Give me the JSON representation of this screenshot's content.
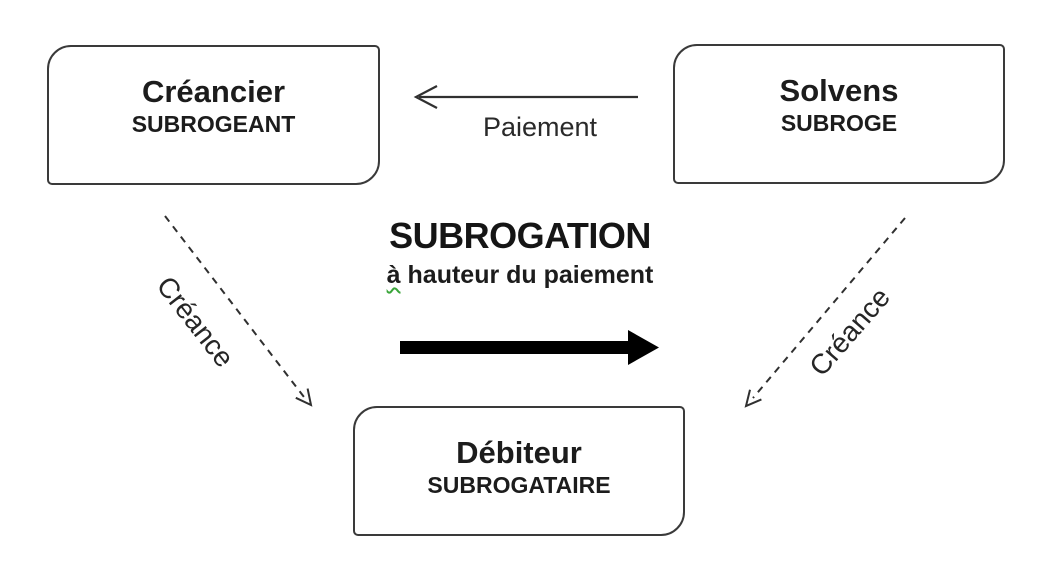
{
  "diagram": {
    "title": "SUBROGATION",
    "subtitle_first_word": "à",
    "subtitle_rest": "hauteur du paiement",
    "nodes": {
      "creancier": {
        "name": "Créancier",
        "role": "SUBROGEANT"
      },
      "solvens": {
        "name": "Solvens",
        "role": "SUBROGE"
      },
      "debiteur": {
        "name": "Débiteur",
        "role": "SUBROGATAIRE"
      }
    },
    "edges": {
      "paiement": {
        "label": "Paiement"
      },
      "creance_left": {
        "label": "Créance"
      },
      "creance_right": {
        "label": "Créance"
      }
    },
    "colors": {
      "line": "#303030",
      "text": "#1c1c1c",
      "squiggle": "#3aa53a",
      "background": "#ffffff"
    }
  }
}
